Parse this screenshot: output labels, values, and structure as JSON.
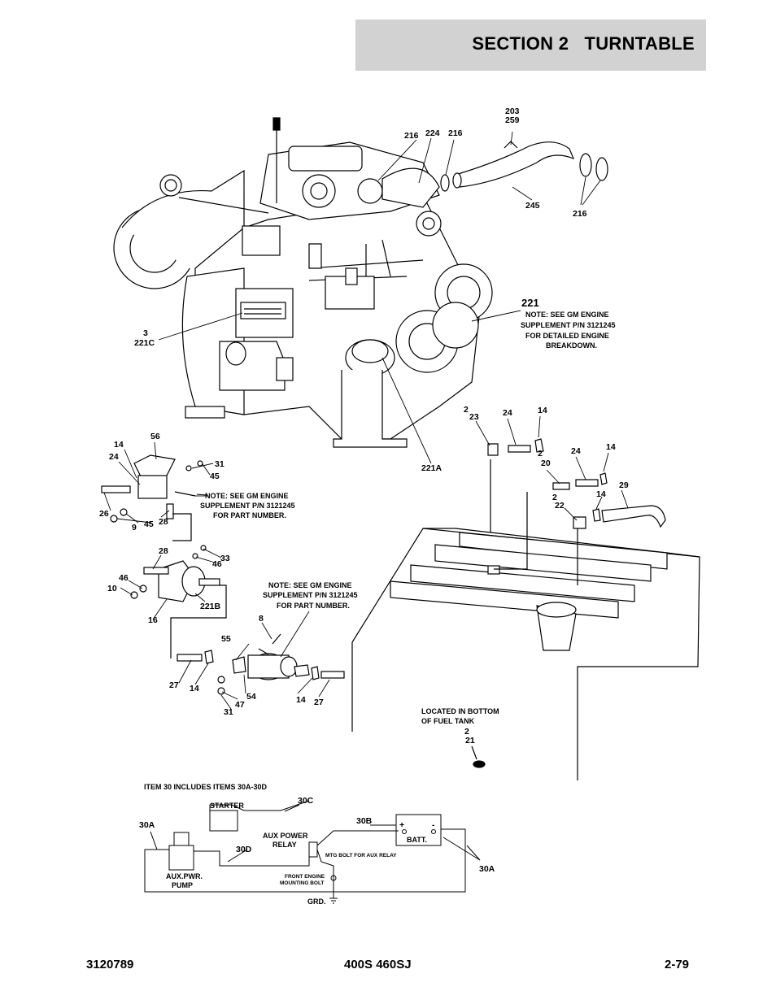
{
  "header": {
    "section_title": "SECTION 2   TURNTABLE"
  },
  "callouts": {
    "c203": "203",
    "c259": "259",
    "c216a": "216",
    "c224": "224",
    "c216b": "216",
    "c245": "245",
    "c216c": "216",
    "c221": "221",
    "c3": "3",
    "c221C": "221C",
    "c2a": "2",
    "c23": "23",
    "c24a": "24",
    "c14a": "14",
    "c221A": "221A",
    "c2b": "2",
    "c24b": "24",
    "c14b": "14",
    "c20": "20",
    "c2c": "2",
    "c14c": "14",
    "c29": "29",
    "c22": "22",
    "c56": "56",
    "c14d": "14",
    "c24c": "24",
    "c31a": "31",
    "c45a": "45",
    "c26": "26",
    "c9": "9",
    "c45b": "45",
    "c28a": "28",
    "c28b": "28",
    "c33": "33",
    "c46a": "46",
    "c46b": "46",
    "c10": "10",
    "c221B": "221B",
    "c16": "16",
    "c8": "8",
    "c55": "55",
    "c27a": "27",
    "c14e": "14",
    "c54": "54",
    "c47": "47",
    "c31b": "31",
    "c14f": "14",
    "c27b": "27",
    "c2d": "2",
    "c21": "21"
  },
  "notes": {
    "engine_note": [
      "NOTE:  SEE GM ENGINE",
      "SUPPLEMENT P/N 3121245",
      "FOR DETAILED ENGINE",
      "BREAKDOWN."
    ],
    "part_note_1": [
      "NOTE:  SEE GM ENGINE",
      "SUPPLEMENT P/N 3121245",
      "FOR PART NUMBER."
    ],
    "part_note_2": [
      "NOTE:  SEE GM ENGINE",
      "SUPPLEMENT P/N 3121245",
      "FOR PART NUMBER."
    ],
    "tank_note": [
      "LOCATED IN BOTTOM",
      "OF FUEL TANK"
    ],
    "item30_note": "ITEM 30 INCLUDES ITEMS 30A-30D"
  },
  "wiring": {
    "starter": "STARTER",
    "aux_power_relay": [
      "AUX POWER",
      "RELAY"
    ],
    "batt": "BATT.",
    "plus": "+",
    "minus": "-",
    "mtg_bolt": "MTG BOLT FOR AUX RELAY",
    "front_engine": [
      "FRONT ENGINE",
      "MOUNTING BOLT"
    ],
    "grd": "GRD.",
    "aux_pump": [
      "AUX.PWR.",
      "PUMP"
    ],
    "c30A_left": "30A",
    "c30C": "30C",
    "c30B": "30B",
    "c30D": "30D",
    "c30A_right": "30A"
  },
  "footer": {
    "doc_number": "3120789",
    "model": "400S 460SJ",
    "page": "2-79"
  }
}
